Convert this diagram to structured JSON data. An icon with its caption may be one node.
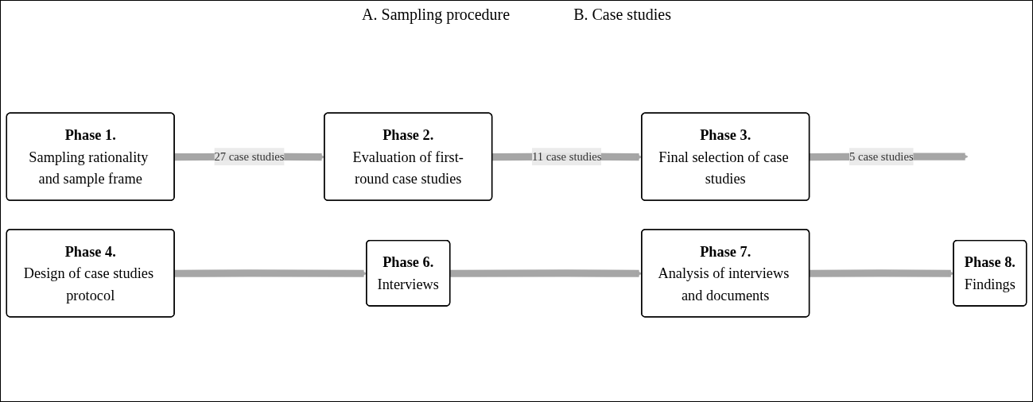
{
  "diagram": {
    "nodes": [
      {
        "text": [
          "Phase 1.",
          "Sampling rationality and sample frame"
        ]
      },
      {
        "text": [
          "Phase 2.",
          "Evaluation of first-round case studies"
        ]
      },
      {
        "text": [
          "Phase 3.",
          "Final selection of case studies"
        ]
      },
      {
        "text": [
          "Phase 4.",
          "Design of case studies protocol"
        ]
      },
      {
        "text": [
          "Phase 6.",
          "Interviews"
        ]
      },
      {
        "text": [
          "Phase 7.",
          "Analysis of interviews and documents"
        ]
      },
      {
        "text": [
          "Phase 8.",
          "Findings"
        ]
      }
    ],
    "edges": [
      {
        "from": 0,
        "to": 1,
        "arrow": "to",
        "label": "27 case studies"
      },
      {
        "from": 1,
        "to": 2,
        "arrow": "to",
        "label": "11 case studies"
      },
      {
        "from": 2,
        "to": null,
        "arrow": "to",
        "label": "5 case studies"
      },
      {
        "from": 3,
        "to": 4,
        "arrow": "to"
      },
      {
        "from": 4,
        "to": 5,
        "arrow": "to"
      },
      {
        "from": 5,
        "to": 6,
        "arrow": "to"
      }
    ],
    "labels": [
      "A. Sampling procedure",
      "B. Case studies"
    ]
  }
}
